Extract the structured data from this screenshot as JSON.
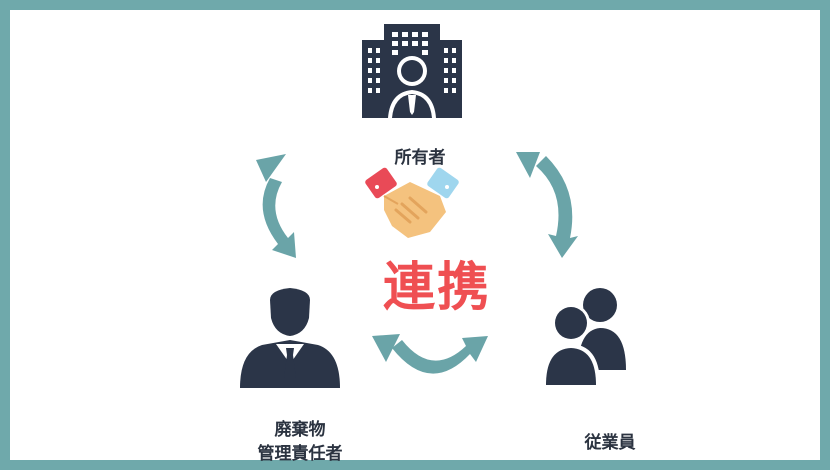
{
  "nodes": {
    "owner": {
      "label": "所有者",
      "icon": "office-building-person-icon"
    },
    "manager": {
      "label_line1": "廃棄物",
      "label_line2": "管理責任者",
      "icon": "businessman-icon"
    },
    "employee": {
      "label": "従業員",
      "icon": "group-of-people-icon"
    }
  },
  "center": {
    "title": "連携",
    "icon": "handshake-icon"
  },
  "colors": {
    "frame": "#6fa9ab",
    "arrow": "#6aa4a8",
    "icon_dark": "#2b3548",
    "title_red": "#ef4f52"
  }
}
